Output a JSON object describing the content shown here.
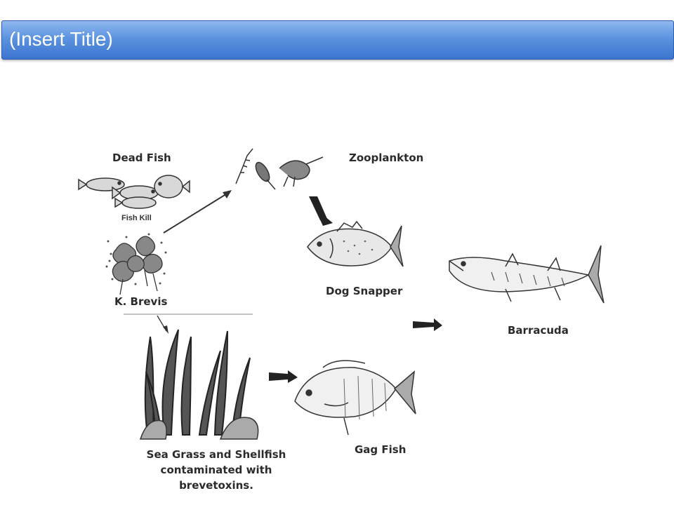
{
  "slide": {
    "title": "(Insert Title)"
  },
  "labels": {
    "dead_fish": "Dead Fish",
    "zooplankton": "Zooplankton",
    "fish_kill": "Fish Kill",
    "k_brevis": "K. Brevis",
    "dog_snapper": "Dog Snapper",
    "barracuda": "Barracuda",
    "gag_fish": "Gag Fish",
    "sea_grass_line1": "Sea Grass and Shellfish",
    "sea_grass_line2": "contaminated with",
    "sea_grass_line3": "brevetoxins."
  }
}
